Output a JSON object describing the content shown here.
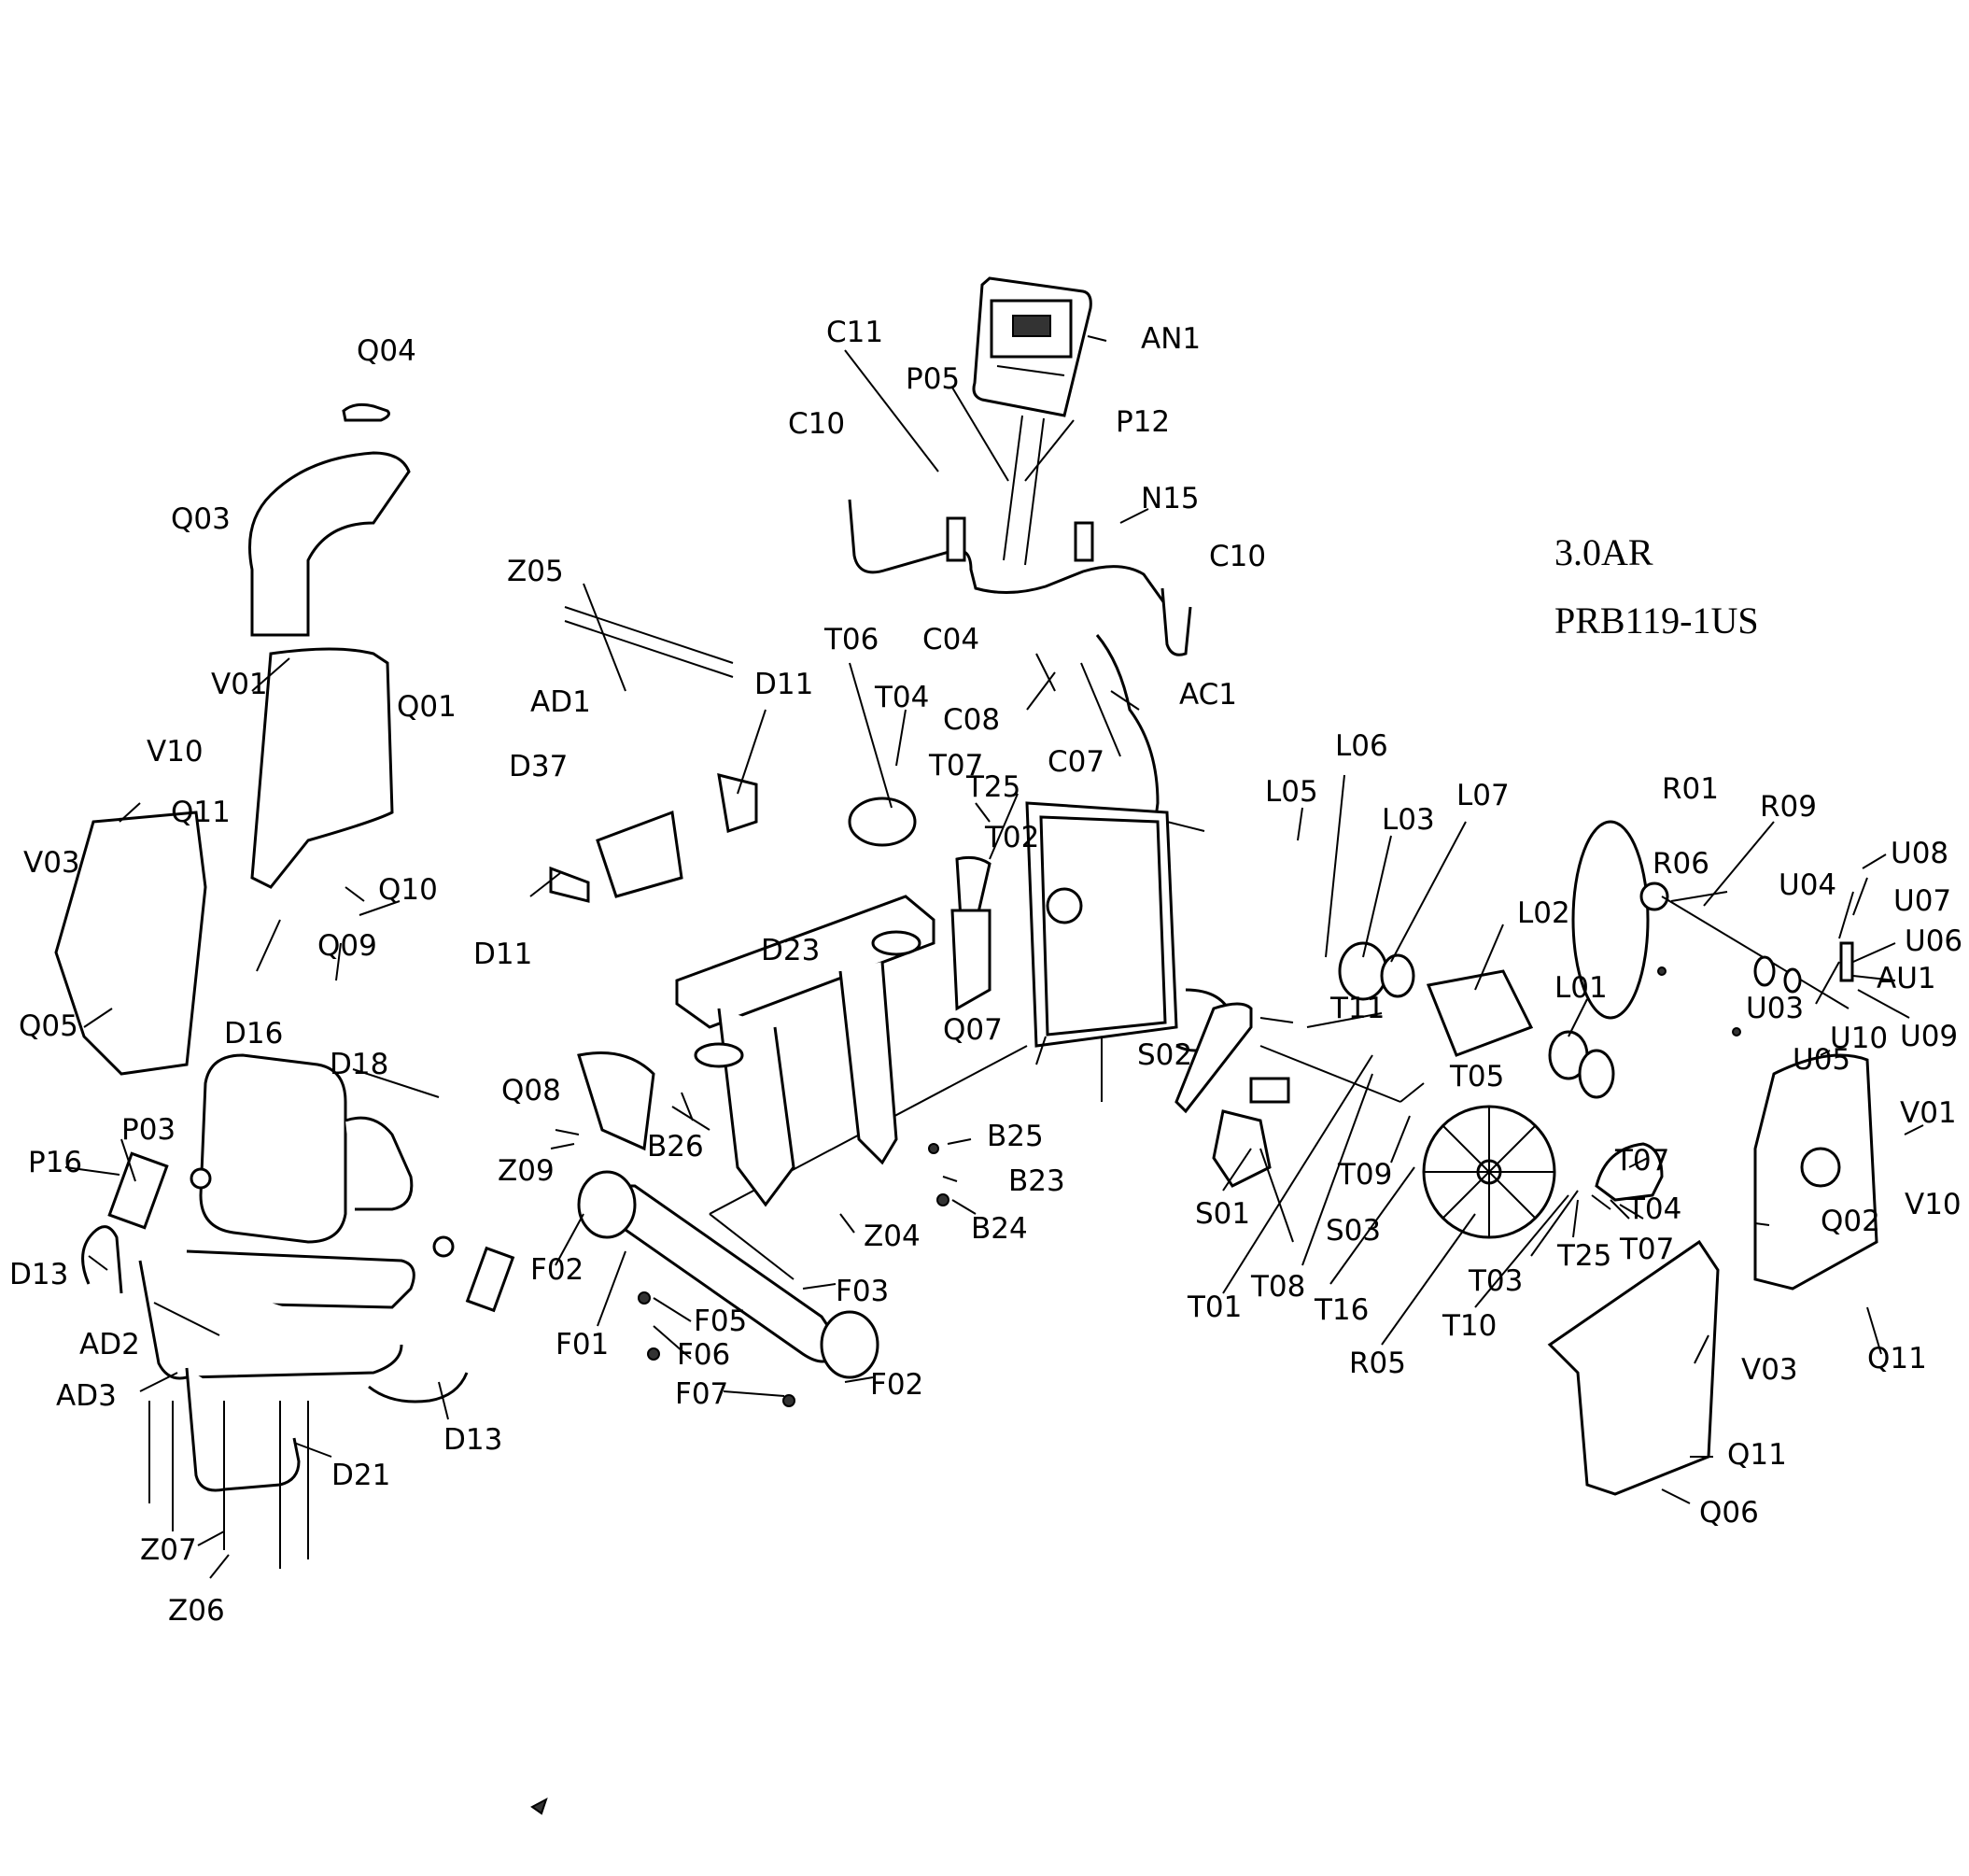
{
  "diagram": {
    "title_lines": [
      "3.0AR",
      "PRB119-1US"
    ],
    "labels": [
      "Q04",
      "Q03",
      "C11",
      "AN1",
      "P05",
      "P12",
      "C10",
      "N15",
      "C10",
      "Z05",
      "V01",
      "Q01",
      "V10",
      "AD1",
      "D11",
      "T06",
      "C04",
      "T04",
      "C08",
      "AC1",
      "D37",
      "T07",
      "T25",
      "C07",
      "Q11",
      "T02",
      "V03",
      "Q10",
      "D11",
      "Q09",
      "D23",
      "Q07",
      "Q05",
      "D16",
      "D18",
      "Q08",
      "B26",
      "Z09",
      "P03",
      "P16",
      "D13",
      "AD2",
      "AD3",
      "D21",
      "Z07",
      "Z06",
      "D13",
      "F02",
      "F01",
      "F05",
      "F06",
      "F07",
      "F03",
      "F02",
      "Z04",
      "B25",
      "B23",
      "B24",
      "L05",
      "L06",
      "L03",
      "L07",
      "L02",
      "L01",
      "R01",
      "R09",
      "R06",
      "U08",
      "U04",
      "U07",
      "U06",
      "AU1",
      "U03",
      "U10",
      "U09",
      "U05",
      "S02",
      "T11",
      "T05",
      "T09",
      "S01",
      "S03",
      "T01",
      "T08",
      "T16",
      "T07",
      "T04",
      "T25",
      "T07",
      "T03",
      "T10",
      "R05",
      "V01",
      "V10",
      "Q02",
      "Q11",
      "V03",
      "Q11",
      "Q06"
    ]
  }
}
